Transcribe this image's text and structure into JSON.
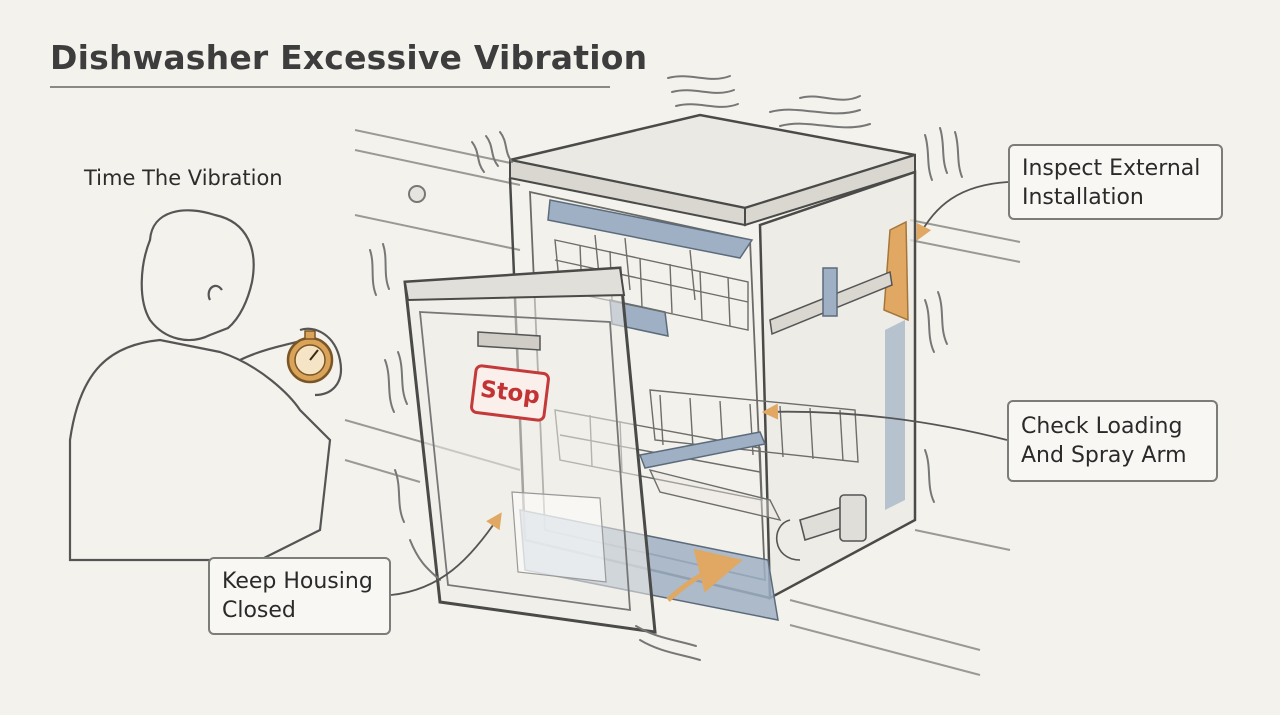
{
  "title": "Dishwasher Excessive Vibration",
  "labels": {
    "time": "Time The Vibration",
    "install": "Inspect External\nInstallation",
    "loading": "Check Loading\nAnd Spray Arm",
    "housing": "Keep Housing\nClosed",
    "stop": "Stop"
  },
  "colors": {
    "background": "#f4f2ec",
    "line": "#555555",
    "accent_blue": "#9fb0c4",
    "arrow_orange": "#e0a862",
    "stop_red": "#c43a3a",
    "stopwatch": "#d9a35a"
  },
  "icons": [
    "stopwatch-icon",
    "vibration-marks"
  ]
}
